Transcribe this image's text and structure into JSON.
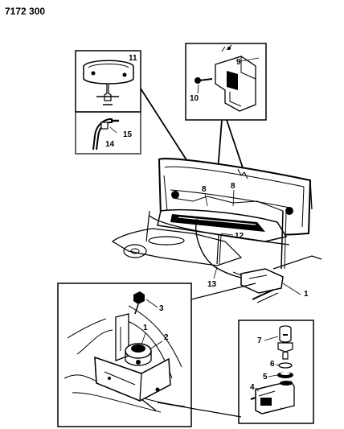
{
  "figure_id": "7172 300",
  "callouts": {
    "c1_main": "1",
    "c1_inset": "1",
    "c2": "2",
    "c3": "3",
    "c4": "4",
    "c5": "5",
    "c6": "6",
    "c7": "7",
    "c8_left": "8",
    "c8_right": "8",
    "c9": "9",
    "c10": "10",
    "c11": "11",
    "c12": "12",
    "c13": "13",
    "c14": "14",
    "c15": "15"
  }
}
